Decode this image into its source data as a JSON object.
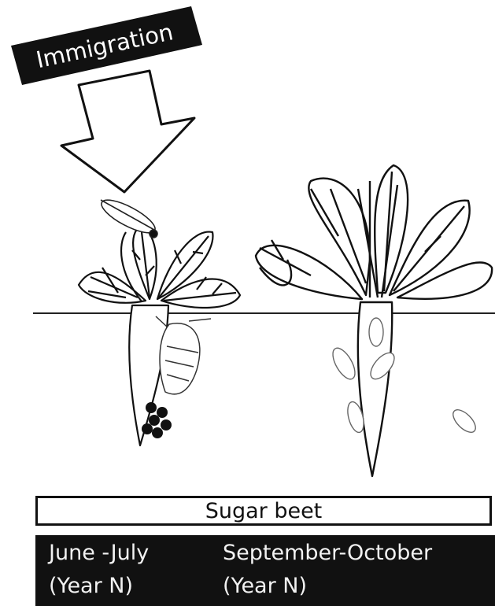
{
  "labels": {
    "process": "Immigration",
    "crop": "Sugar beet"
  },
  "periods": [
    {
      "line1": "June -July",
      "line2": "(Year N)"
    },
    {
      "line1": "September-October",
      "line2": "(Year N)"
    }
  ],
  "colors": {
    "ink": "#111111",
    "background": "#ffffff",
    "bar_text": "#f2f2f2"
  }
}
